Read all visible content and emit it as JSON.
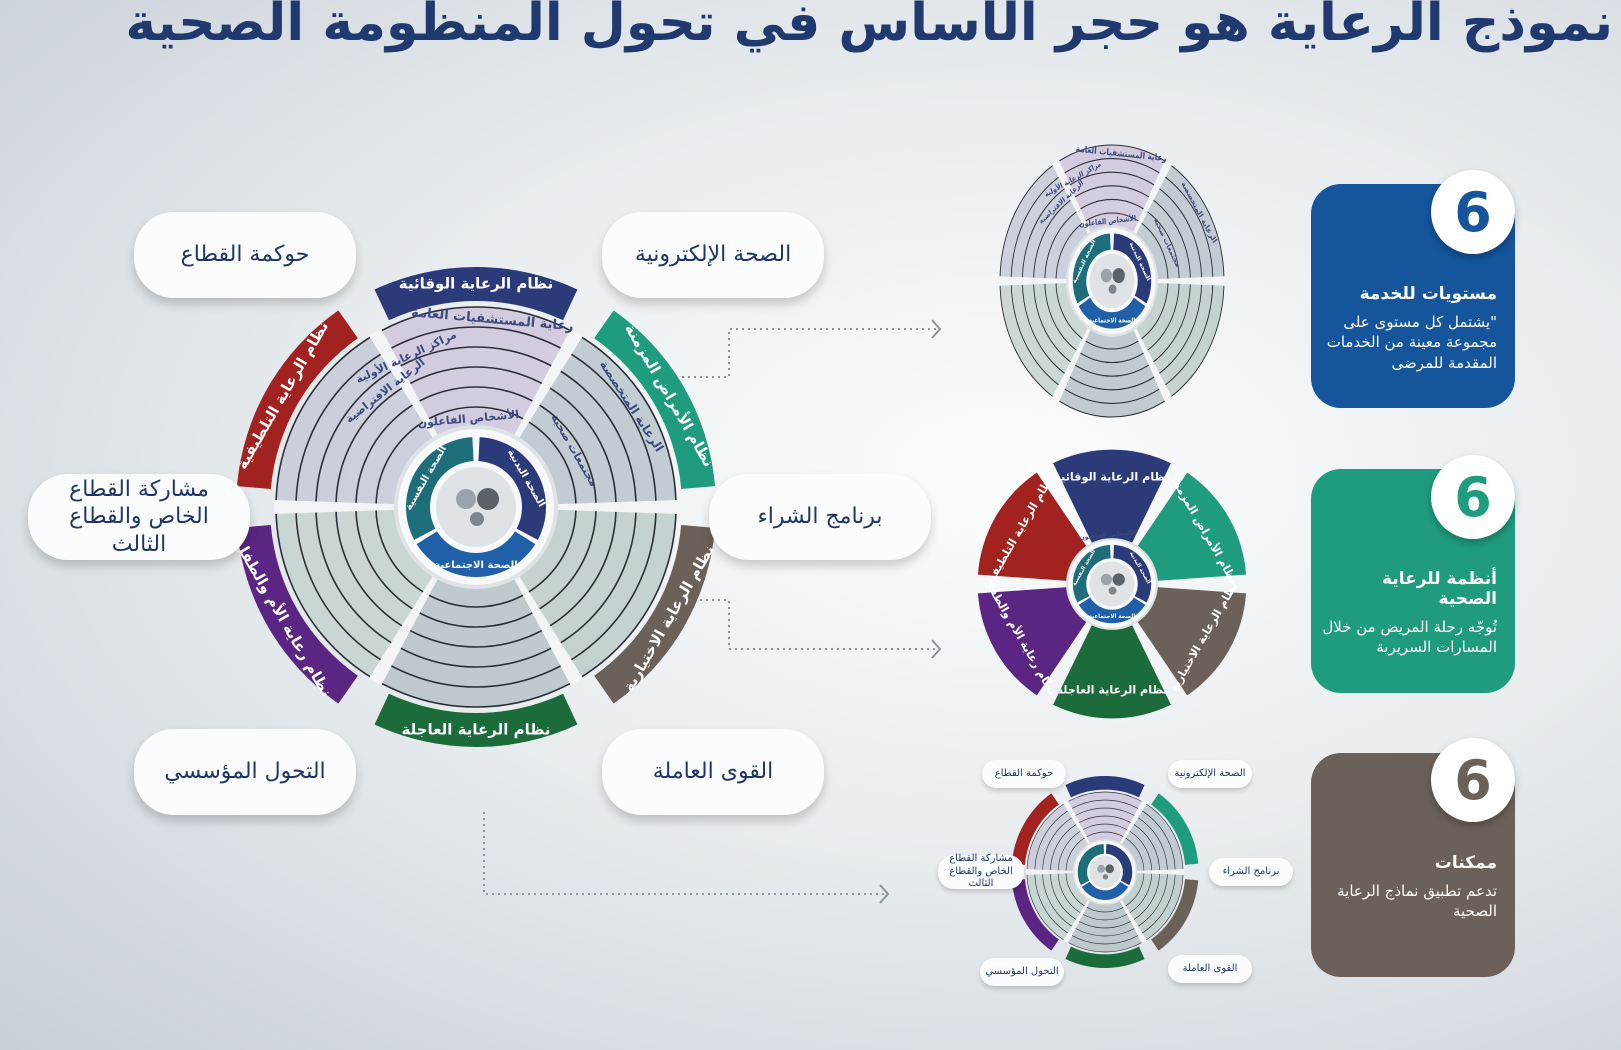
{
  "title": "نموذج الرعاية هو حجر الأساس في تحول المنظومة الصحية",
  "systems": [
    {
      "label": "نظام الرعاية الوقائية",
      "color": "#2b3a78"
    },
    {
      "label": "نظام الأمراض المزمنة",
      "color": "#1f9c7e"
    },
    {
      "label": "نظام الرعاية الاختيارية",
      "color": "#6c6158"
    },
    {
      "label": "نظام الرعاية العاجلة",
      "color": "#1b6b3b"
    },
    {
      "label": "نظام رعاية الأم والطفل",
      "color": "#5a2583"
    },
    {
      "label": "نظام الرعاية التلطيفية",
      "color": "#a2221f"
    }
  ],
  "levels": {
    "general_hospitals": "رعاية المستشفيات العامة",
    "primary_centers": "مراكز الرعاية الأولية",
    "virtual_care": "الرعاية الافتراضية",
    "specialized_care": "الرعاية المتخصصة",
    "healthy_communities": "مجتمعات صحية",
    "actors": "الأشخاص الفاعلون"
  },
  "core": {
    "physical": "الصحة البدنية",
    "mental": "الصحة النفسية",
    "social": "الصحة الاجتماعية"
  },
  "enablers": {
    "governance": "حوكمة القطاع",
    "ehealth": "الصحة الإلكترونية",
    "partnership": "مشاركة القطاع الخاص والقطاع الثالث",
    "procurement": "برنامج الشراء",
    "transformation": "التحول المؤسسي",
    "workforce": "القوى العاملة"
  },
  "cards": [
    {
      "number": "6",
      "title": "مستويات للخدمة",
      "text": "\"يشتمل كل مستوى على مجموعة معينة من الخدمات المقدمة للمرضى",
      "color": "#14559c"
    },
    {
      "number": "6",
      "title": "أنظمة للرعاية الصحية",
      "text": "تُوجّه رحلة المريض من خلال المسارات السريرية",
      "color": "#1f9c7e"
    },
    {
      "number": "6",
      "title": "ممكنات",
      "text": "تدعم تطبيق نماذج الرعاية الصحية",
      "color": "#6b6158"
    }
  ]
}
